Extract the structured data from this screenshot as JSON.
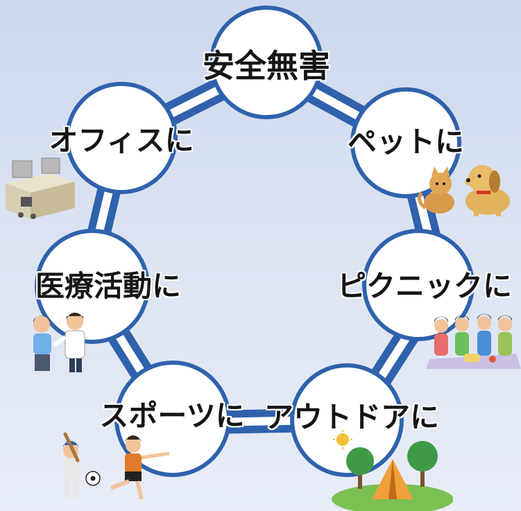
{
  "diagram": {
    "center_label": "安全無害",
    "nodes": [
      {
        "id": "pets",
        "label": "ペットに",
        "icon": "dog-cat-illustration"
      },
      {
        "id": "picnic",
        "label": "ピクニックに",
        "icon": "family-picnic-illustration"
      },
      {
        "id": "outdoor",
        "label": "アウトドアに",
        "icon": "tent-camping-illustration"
      },
      {
        "id": "sports",
        "label": "スポーツに",
        "icon": "sports-players-illustration"
      },
      {
        "id": "medical",
        "label": "医療活動に",
        "icon": "doctor-patient-illustration"
      },
      {
        "id": "office",
        "label": "オフィスに",
        "icon": "office-desk-illustration"
      }
    ]
  },
  "colors": {
    "ring": "#2f62ad",
    "ring_inner": "#ffffff",
    "node_fill": "#ffffff",
    "text": "#151515",
    "background": "#d6dff0"
  }
}
